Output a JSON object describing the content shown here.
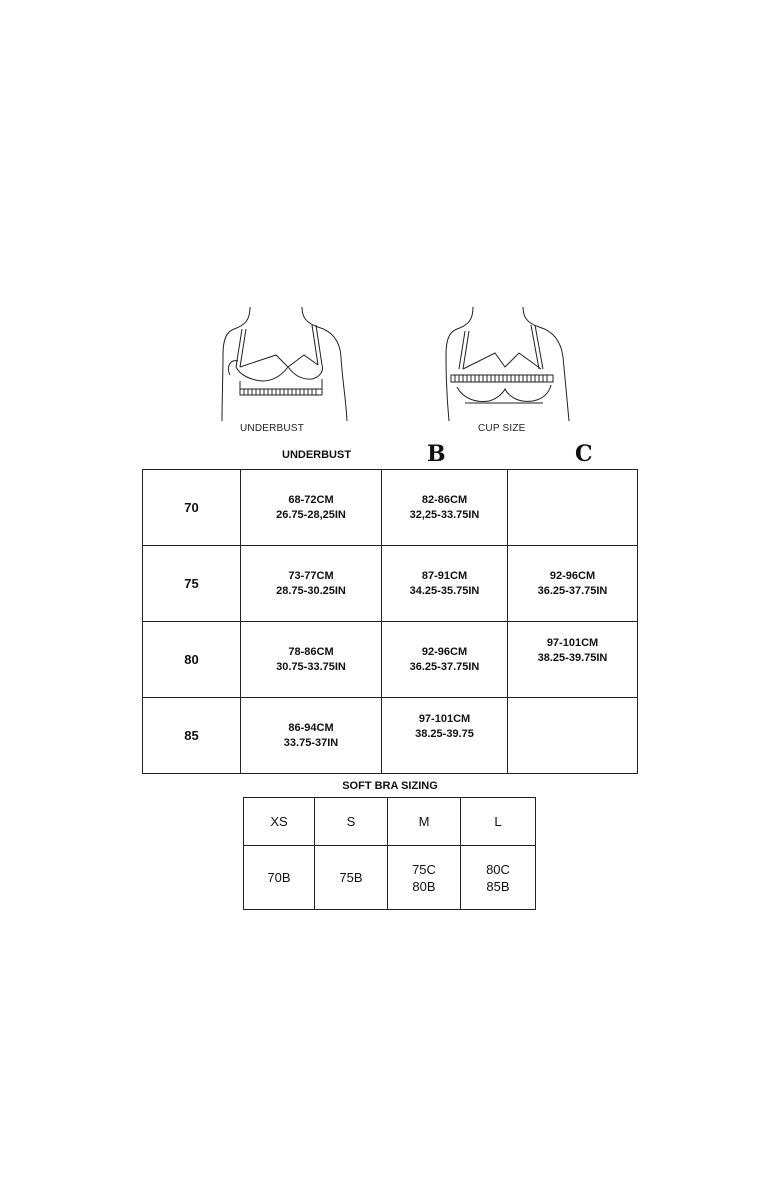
{
  "illustrations": [
    {
      "name": "underbust-figure",
      "caption": "UNDERBUST"
    },
    {
      "name": "cup-size-figure",
      "caption": "CUP SIZE"
    }
  ],
  "headers": {
    "underbust": "UNDERBUST",
    "cup_b": "B",
    "cup_c": "C"
  },
  "size_table": {
    "rows": [
      {
        "band": "70",
        "underbust": [
          "68-72CM",
          "26.75-28,25IN"
        ],
        "b": [
          "82-86CM",
          "32,25-33.75IN"
        ],
        "c": [
          "",
          ""
        ]
      },
      {
        "band": "75",
        "underbust": [
          "73-77CM",
          "28.75-30.25IN"
        ],
        "b": [
          "87-91CM",
          "34.25-35.75IN"
        ],
        "c": [
          "92-96CM",
          "36.25-37.75IN"
        ]
      },
      {
        "band": "80",
        "underbust": [
          "78-86CM",
          "30.75-33.75IN"
        ],
        "b": [
          "92-96CM",
          "36.25-37.75IN"
        ],
        "c": [
          "97-101CM",
          "38.25-39.75IN"
        ]
      },
      {
        "band": "85",
        "underbust": [
          "86-94CM",
          "33.75-37IN"
        ],
        "b": [
          "97-101CM",
          "38.25-39.75"
        ],
        "c": [
          "",
          ""
        ]
      }
    ]
  },
  "soft_bra": {
    "title": "SOFT BRA SIZING",
    "sizes": [
      "XS",
      "S",
      "M",
      "L"
    ],
    "values": [
      [
        "70B",
        ""
      ],
      [
        "75B",
        ""
      ],
      [
        "75C",
        "80B"
      ],
      [
        "80C",
        "85B"
      ]
    ]
  }
}
